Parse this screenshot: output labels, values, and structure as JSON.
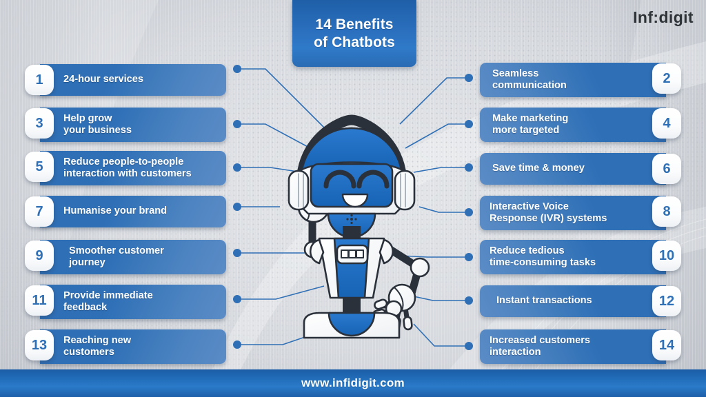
{
  "header": {
    "title_line1": "14 Benefits",
    "title_line2": "of Chatbots",
    "logo": "Inf:digit"
  },
  "footer": {
    "url": "www.infidigit.com"
  },
  "colors": {
    "bar_blue": "#2f6fb5",
    "bar_blue_light": "#5b8cc6",
    "banner_blue": "#2a6fbd",
    "badge_white": "#ffffff",
    "number_blue": "#2f6fb5",
    "background_gray": "#d6d9de",
    "connector_blue": "#2f6fb5",
    "robot_blue": "#1f6fc4",
    "robot_dark": "#2b313a",
    "robot_white": "#ffffff"
  },
  "benefits_left": [
    {
      "number": "1",
      "label": "24-hour services"
    },
    {
      "number": "3",
      "label": "Help grow\nyour business"
    },
    {
      "number": "5",
      "label": "Reduce people-to-people\ninteraction with customers"
    },
    {
      "number": "7",
      "label": "Humanise your brand"
    },
    {
      "number": "9",
      "label": "Smoother customer\njourney"
    },
    {
      "number": "11",
      "label": "Provide immediate\nfeedback"
    },
    {
      "number": "13",
      "label": "Reaching new\ncustomers"
    }
  ],
  "benefits_right": [
    {
      "number": "2",
      "label": "Seamless\ncommunication"
    },
    {
      "number": "4",
      "label": "Make marketing\nmore targeted"
    },
    {
      "number": "6",
      "label": "Save time & money"
    },
    {
      "number": "8",
      "label": "Interactive Voice\nResponse (IVR) systems"
    },
    {
      "number": "10",
      "label": "Reduce tedious\ntime-consuming tasks"
    },
    {
      "number": "12",
      "label": "Instant transactions"
    },
    {
      "number": "14",
      "label": "Increased customers\ninteraction"
    }
  ],
  "mascot": {
    "name": "chatbot-robot",
    "accessories": [
      "headphones",
      "waving-hand",
      "control-panel"
    ]
  }
}
